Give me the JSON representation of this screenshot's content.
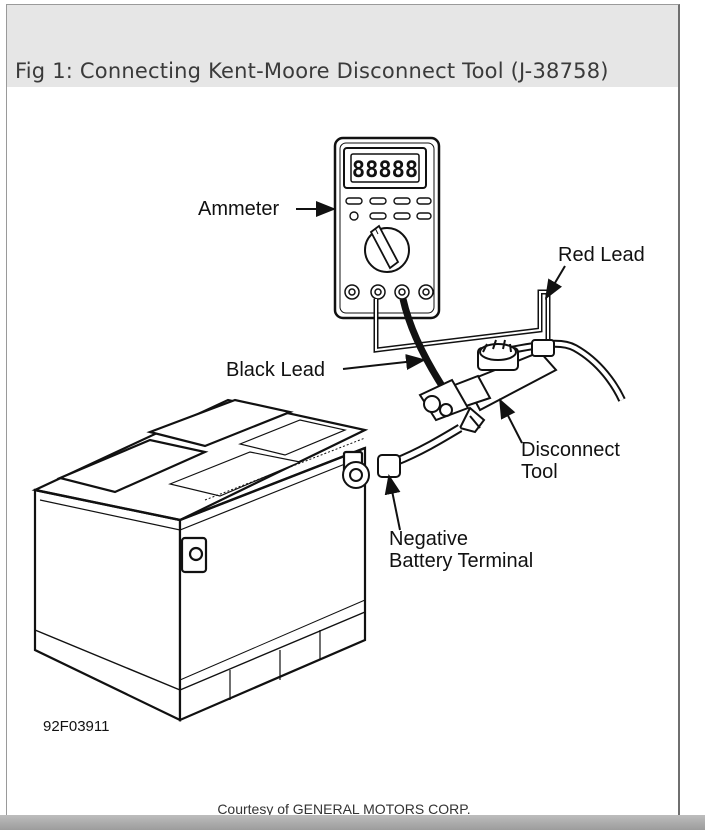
{
  "figure": {
    "title": "Fig 1: Connecting Kent-Moore Disconnect Tool (J-38758)",
    "credit": "Courtesy of GENERAL MOTORS CORP."
  },
  "diagram": {
    "labels": {
      "ammeter": "Ammeter",
      "red_lead": "Red Lead",
      "black_lead": "Black Lead",
      "disconnect_line1": "Disconnect",
      "disconnect_line2": "Tool",
      "negative_line1": "Negative",
      "negative_line2": "Battery Terminal",
      "figure_code": "92F03911"
    },
    "meter_display": "88888"
  }
}
